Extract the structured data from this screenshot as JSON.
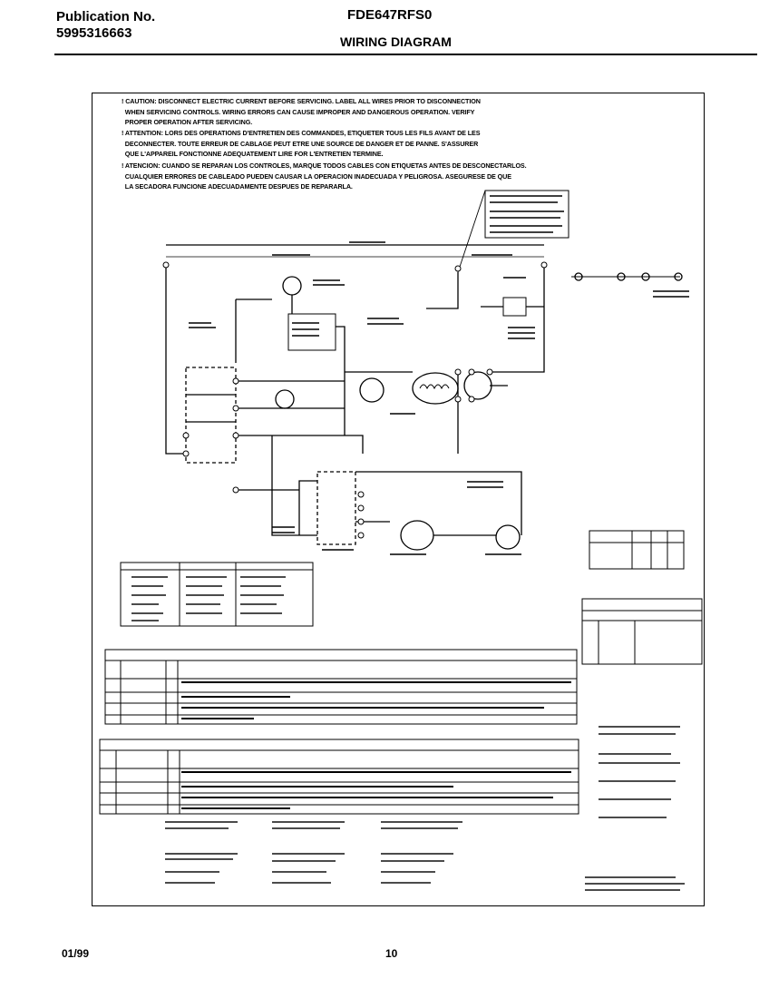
{
  "header": {
    "publication_label": "Publication No.",
    "publication_number": "5995316663",
    "model": "FDE647RFS0",
    "title": "WIRING DIAGRAM"
  },
  "caution": {
    "english": "! CAUTION: DISCONNECT ELECTRIC CURRENT BEFORE SERVICING. LABEL ALL WIRES PRIOR TO DISCONNECTION\n  WHEN SERVICING CONTROLS. WIRING ERRORS CAN CAUSE IMPROPER AND DANGEROUS OPERATION. VERIFY\n  PROPER OPERATION AFTER SERVICING.",
    "french": "! ATTENTION: LORS DES OPERATIONS D'ENTRETIEN DES COMMANDES, ETIQUETER TOUS LES FILS AVANT DE LES\n  DECONNECTER. TOUTE ERREUR DE CABLAGE PEUT ETRE UNE SOURCE DE DANGER ET DE PANNE. S'ASSURER\n  QUE L'APPAREIL FONCTIONNE ADEQUATEMENT LIRE FOR L'ENTRETIEN TERMINE.",
    "spanish": "! ATENCION: CUANDO SE REPARAN LOS CONTROLES, MARQUE TODOS CABLES CON ETIQUETAS ANTES DE DESCONECTARLOS.\n  CUALQUIER ERRORES DE CABLEADO PUEDEN CAUSAR LA OPERACION INADECUADA Y PELIGROSA. ASEGURESE DE QUE\n  LA SECADORA FUNCIONE ADECUADAMENTE DESPUES DE REPARARLA."
  },
  "footer": {
    "date": "01/99",
    "page": "10"
  }
}
